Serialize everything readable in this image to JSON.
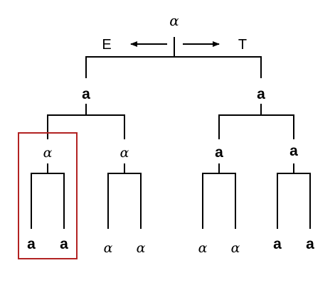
{
  "root_label": "α",
  "direction_left": "E",
  "direction_right": "T",
  "level1": [
    "a",
    "a"
  ],
  "level2": [
    "α",
    "α",
    "a",
    "a"
  ],
  "leaves": [
    "a",
    "a",
    "α",
    "α",
    "α",
    "α",
    "a",
    "a"
  ],
  "colors": {
    "line": "#000000",
    "highlight": "#b22222"
  }
}
